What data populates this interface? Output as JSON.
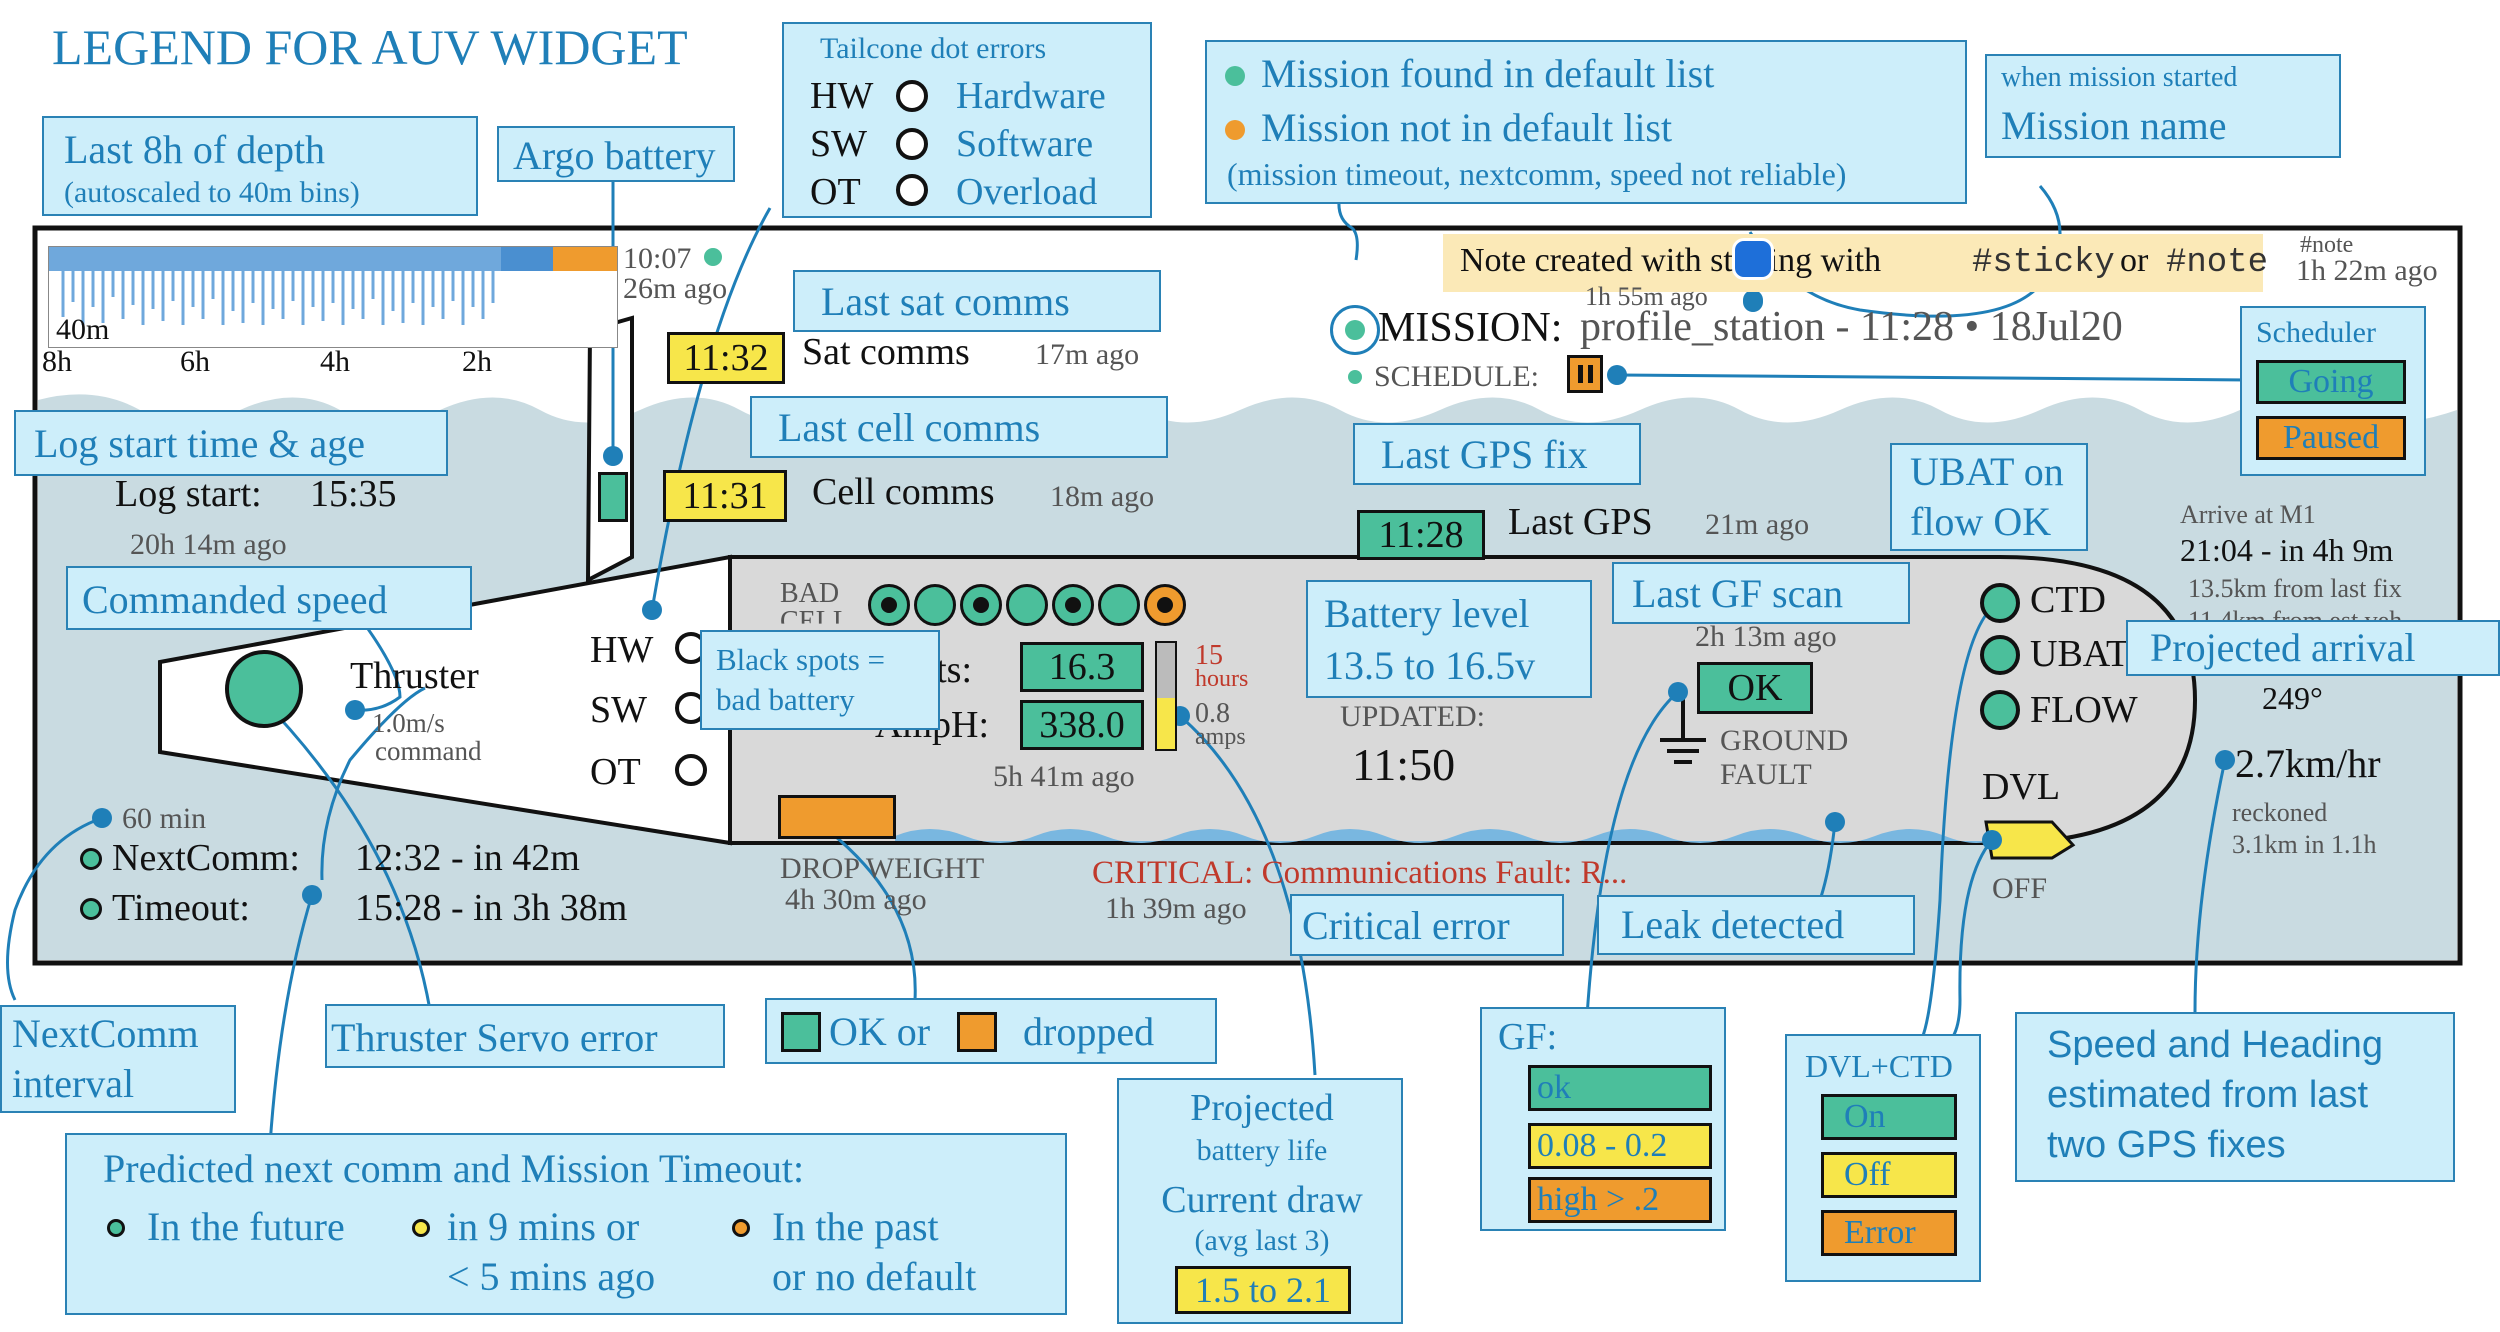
{
  "title": "LEGEND FOR AUV WIDGET",
  "colors": {
    "green": "#4bbf9b",
    "yellow": "#f7e64a",
    "orange": "#ef9b2e",
    "accent": "#1f7fb8",
    "callout_bg": "#cdeefa",
    "sea": "#c9dbe1",
    "hull": "#d9d9d9",
    "water": "#79b7e0"
  },
  "callouts": {
    "depth": {
      "title": "Last 8h of depth",
      "subtitle": "(autoscaled to 40m bins)"
    },
    "argo": "Argo battery",
    "tailcone": {
      "title": "Tailcone dot errors",
      "rows": [
        {
          "code": "HW",
          "label": "Hardware"
        },
        {
          "code": "SW",
          "label": "Software"
        },
        {
          "code": "OT",
          "label": "Overload"
        }
      ]
    },
    "mission_found": "Mission found in default list",
    "mission_not_found": "Mission not in default list",
    "mission_note": "(mission timeout, nextcomm, speed not reliable)",
    "mission_name": {
      "small": "when mission started",
      "big": "Mission name"
    },
    "sat": "Last sat comms",
    "cell": "Last cell comms",
    "log_start": "Log start time & age",
    "gps": "Last GPS fix",
    "scheduler": {
      "title": "Scheduler",
      "going": "Going",
      "paused": "Paused"
    },
    "ubat": "UBAT on flow OK",
    "commanded_speed": "Commanded speed",
    "black_spots": "Black spots = bad battery",
    "battery_level": "Battery level 13.5 to 16.5v",
    "gf_scan": "Last GF scan",
    "projected_arrival": "Projected arrival",
    "critical": "Critical error",
    "leak": "Leak detected",
    "nextcomm_interval": "NextComm interval",
    "thruster_servo": "Thruster Servo error",
    "drop": {
      "ok": "OK or",
      "dropped": "dropped"
    },
    "projected_battery": {
      "line1": "Projected",
      "line2": "battery life",
      "line3": "Current draw",
      "line4": "(avg last 3)",
      "range": "1.5 to 2.1"
    },
    "gf": {
      "title": "GF:",
      "ok": "ok",
      "mid": "0.08 - 0.2",
      "high": "high > .2"
    },
    "dvl_ctd": {
      "title": "DVL+CTD",
      "on": "On",
      "off": "Off",
      "error": "Error"
    },
    "speed_heading": "Speed and Heading estimated from last two GPS fixes",
    "predicted": {
      "title": "Predicted next comm and Mission Timeout:",
      "future": "In the future",
      "soon_1": "in 9 mins or",
      "soon_2": "< 5 mins ago",
      "past_1": "In the past",
      "past_2": "or no default"
    }
  },
  "widget": {
    "depth_ticks": [
      "8h",
      "6h",
      "4h",
      "2h"
    ],
    "depth_bin": "40m",
    "argo_time": "10:07",
    "argo_age": "26m ago",
    "note": {
      "text": "Note created with starting with",
      "sticky": "#sticky",
      "or": "or",
      "tag": "#note",
      "age": "1h 55m ago",
      "corner_tag": "#note",
      "corner_age": "1h 22m ago"
    },
    "mission": {
      "label": "MISSION:",
      "value": "profile_station - 11:28 • 18Jul20"
    },
    "schedule_label": "SCHEDULE:",
    "sat": {
      "time": "11:32",
      "label": "Sat comms",
      "age": "17m ago"
    },
    "cell": {
      "time": "11:31",
      "label": "Cell comms",
      "age": "18m ago"
    },
    "log": {
      "label": "Log start:",
      "time": "15:35",
      "age": "20h 14m ago"
    },
    "gps": {
      "time": "11:28",
      "label": "Last GPS",
      "age": "21m ago"
    },
    "arrive": {
      "label": "Arrive at M1",
      "time": "21:04 - in 4h 9m",
      "from_fix": "13.5km from last fix",
      "from_est": "11.4km from est veh"
    },
    "heading": "249°",
    "speed": "2.7km/hr",
    "reckoned": "reckoned",
    "reckoned_detail": "3.1km in 1.1h",
    "thruster": {
      "label": "Thruster",
      "speed": "1.0m/s",
      "command": "command"
    },
    "tail_codes": [
      "HW",
      "SW",
      "OT"
    ],
    "battery": {
      "bad_cell_1": "BAD",
      "bad_cell_2": "CELL",
      "volts_label": "Volts:",
      "volts": "16.3",
      "amph_label": "AmpH:",
      "amph": "338.0",
      "age": "5h 41m ago",
      "hours": "15",
      "hours_unit": "hours",
      "amps": "0.8",
      "amps_unit": "amps"
    },
    "updated_label": "UPDATED:",
    "updated_time": "11:50",
    "gf_status": "OK",
    "gf_age": "2h 13m ago",
    "ground_fault_1": "GROUND",
    "ground_fault_2": "FAULT",
    "sensors": [
      "CTD",
      "UBAT",
      "FLOW"
    ],
    "dvl": "DVL",
    "dvl_state": "OFF",
    "nextcomm_min": "60 min",
    "nextcomm": {
      "label": "NextComm:",
      "value": "12:32 - in 42m"
    },
    "timeout": {
      "label": "Timeout:",
      "value": "15:28 - in 3h 38m"
    },
    "drop": {
      "label": "DROP WEIGHT",
      "age": "4h 30m ago"
    },
    "critical": {
      "text": "CRITICAL: Communications Fault: R...",
      "age": "1h 39m ago"
    }
  }
}
